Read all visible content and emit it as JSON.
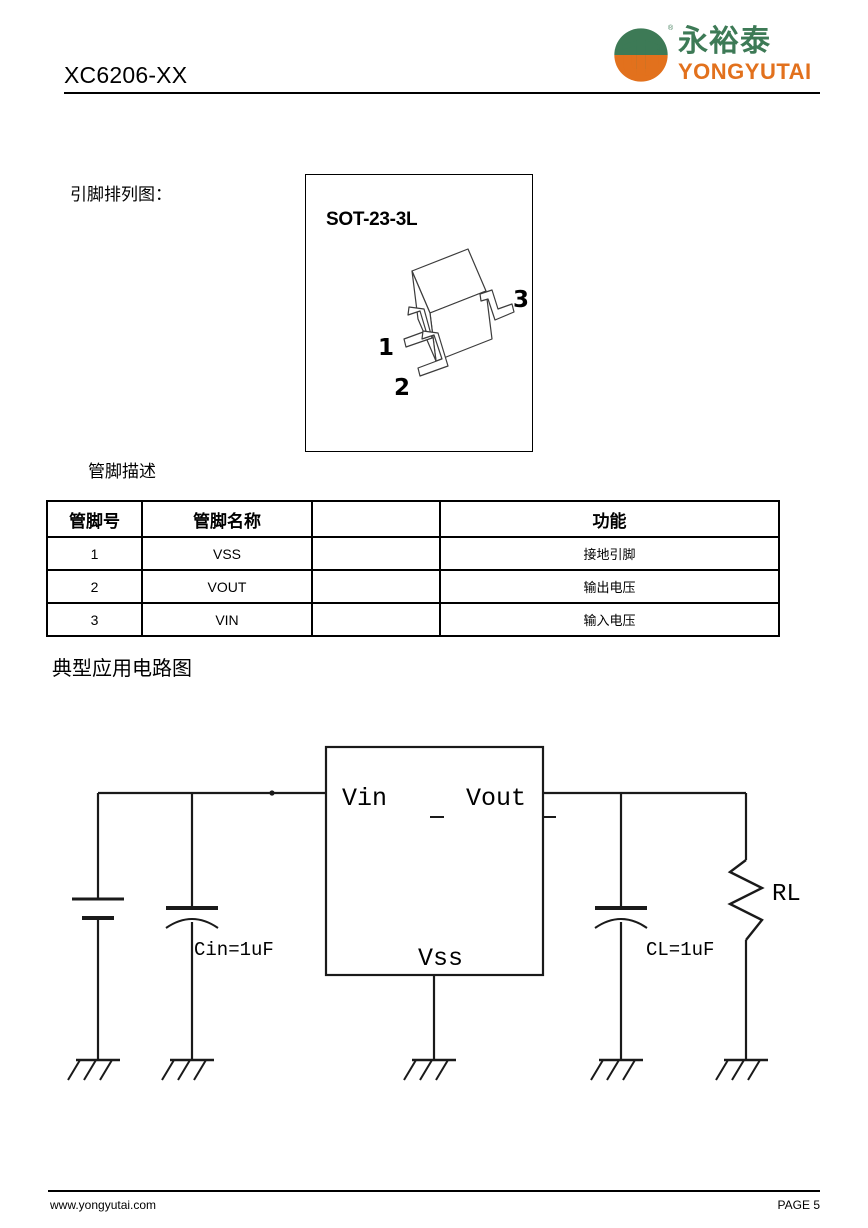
{
  "header": {
    "doc_title": "XC6206-XX",
    "logo": {
      "cn_name": "永裕泰",
      "en_name": "YONGYUTAI",
      "registered_mark": "®",
      "green": "#3d7a56",
      "orange": "#e2711d"
    }
  },
  "sections": {
    "pin_arrangement_label": "引脚排列图：",
    "pin_description_label": "管脚描述",
    "typical_application_label": "典型应用电路图"
  },
  "package": {
    "name": "SOT-23-3L",
    "pin_callouts": [
      "1",
      "2",
      "3"
    ]
  },
  "pin_table": {
    "headers": [
      "管脚号",
      "管脚名称",
      "",
      "功能"
    ],
    "rows": [
      {
        "no": "1",
        "name": "VSS",
        "mid": "",
        "function": "接地引脚"
      },
      {
        "no": "2",
        "name": "VOUT",
        "mid": "",
        "function": "输出电压"
      },
      {
        "no": "3",
        "name": "VIN",
        "mid": "",
        "function": "输入电压"
      }
    ]
  },
  "circuit": {
    "ic_pins": {
      "vin": "Vin",
      "vout": "Vout",
      "vss": "Vss"
    },
    "components": {
      "input_cap": "Cin=1uF",
      "output_cap": "CL=1uF",
      "load_resistor": "RL"
    }
  },
  "footer": {
    "url": "www.yongyutai.com",
    "page": "PAGE 5"
  }
}
